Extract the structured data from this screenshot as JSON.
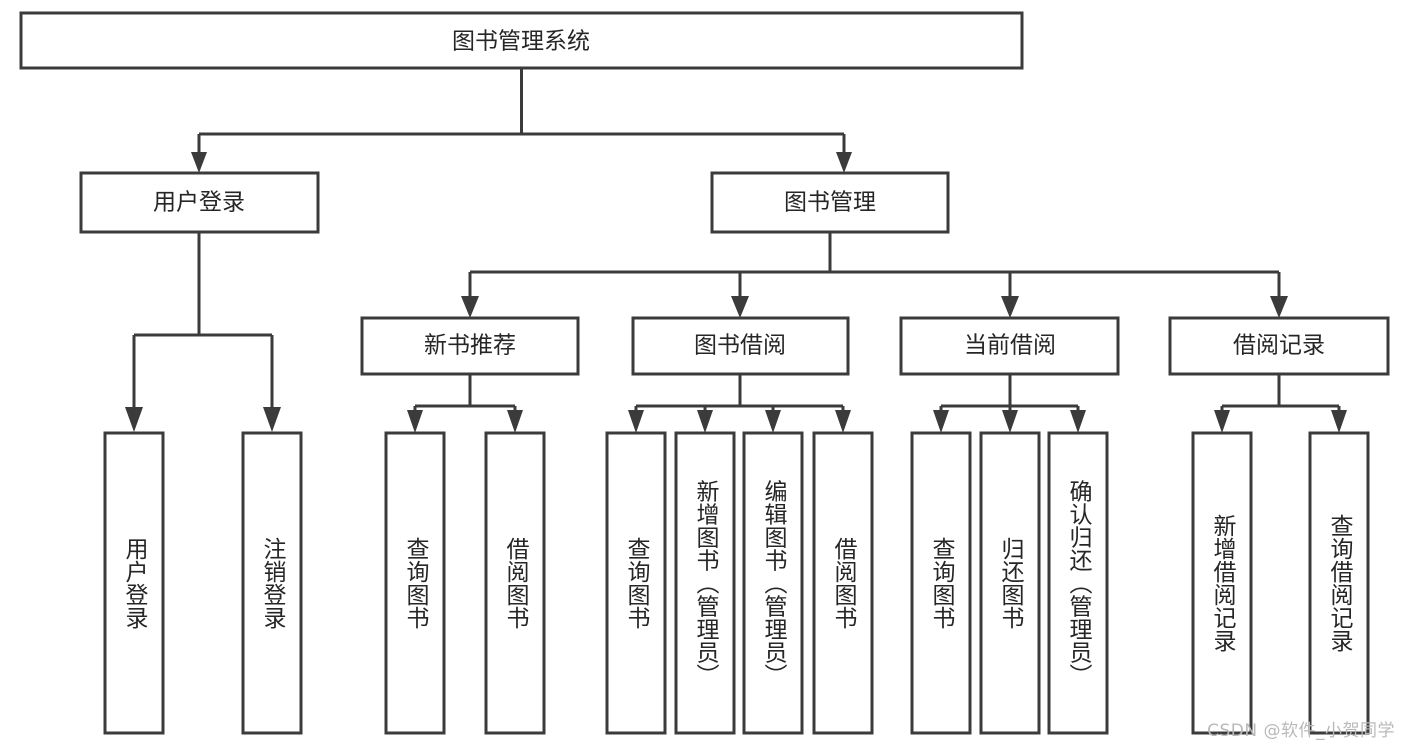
{
  "diagram": {
    "type": "hierarchy-tree",
    "title": "图书管理系统",
    "orientation": "top-down",
    "colors": {
      "box_stroke": "#3b3b3b",
      "box_fill": "#ffffff",
      "text": "#262626",
      "connector": "#3b3b3b",
      "watermark": "#b9b9b9",
      "background": "#ffffff"
    },
    "root": {
      "id": "root",
      "label": "图书管理系统"
    },
    "level2": [
      {
        "id": "user-login",
        "label": "用户登录"
      },
      {
        "id": "book-manage",
        "label": "图书管理"
      }
    ],
    "level3": [
      {
        "id": "new-book-rec",
        "label": "新书推荐",
        "parent": "book-manage"
      },
      {
        "id": "book-borrow",
        "label": "图书借阅",
        "parent": "book-manage"
      },
      {
        "id": "current-borrow",
        "label": "当前借阅",
        "parent": "book-manage"
      },
      {
        "id": "borrow-record",
        "label": "借阅记录",
        "parent": "book-manage"
      }
    ],
    "leaves": {
      "user-login": [
        {
          "id": "leaf-user-login",
          "label": "用户登录"
        },
        {
          "id": "leaf-user-logout",
          "label": "注销登录"
        }
      ],
      "new-book-rec": [
        {
          "id": "leaf-query-book-1",
          "label": "查询图书"
        },
        {
          "id": "leaf-borrow-book-1",
          "label": "借阅图书"
        }
      ],
      "book-borrow": [
        {
          "id": "leaf-query-book-2",
          "label": "查询图书"
        },
        {
          "id": "leaf-add-book",
          "label": "新增图书（管理员）"
        },
        {
          "id": "leaf-edit-book",
          "label": "编辑图书（管理员）"
        },
        {
          "id": "leaf-borrow-book-2",
          "label": "借阅图书"
        }
      ],
      "current-borrow": [
        {
          "id": "leaf-query-book-3",
          "label": "查询图书"
        },
        {
          "id": "leaf-return-book",
          "label": "归还图书"
        },
        {
          "id": "leaf-confirm-return",
          "label": "确认归还（管理员）"
        }
      ],
      "borrow-record": [
        {
          "id": "leaf-add-record",
          "label": "新增借阅记录"
        },
        {
          "id": "leaf-query-record",
          "label": "查询借阅记录"
        }
      ]
    }
  },
  "watermark": {
    "text": "CSDN @软件_小贺同学"
  }
}
